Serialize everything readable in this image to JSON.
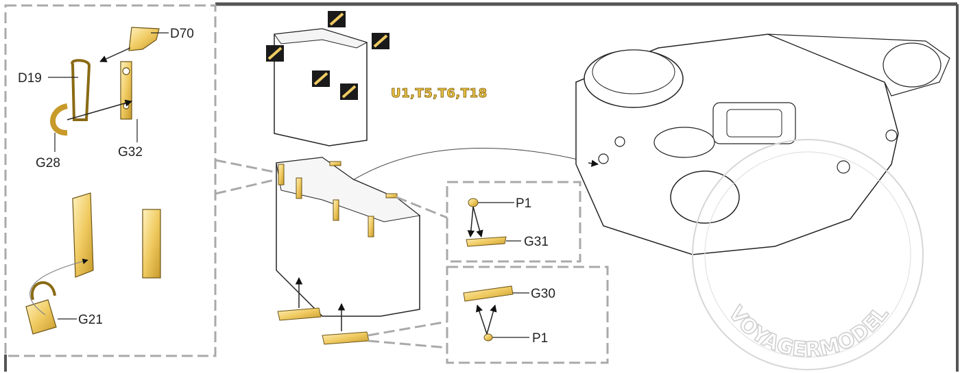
{
  "title_parts": "U1,T5,T6,T18",
  "labels": {
    "d70": "D70",
    "d19": "D19",
    "g28": "G28",
    "g32": "G32",
    "g21": "G21",
    "p1_top": "P1",
    "g31": "G31",
    "g30": "G30",
    "p1_bottom": "P1"
  },
  "watermark": "VOYAGERMODEL",
  "colors": {
    "frame": "#555555",
    "dashed": "#a6a6a6",
    "brass": "#f2d27a",
    "brass_dark": "#9a7a22",
    "line": "#222222"
  }
}
